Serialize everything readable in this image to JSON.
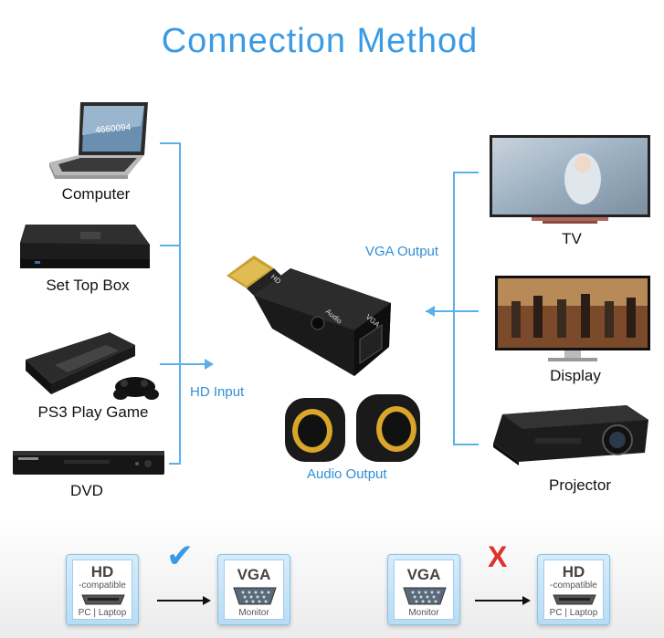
{
  "title": "Connection Method",
  "inputs": [
    {
      "label": "Computer",
      "icon": "laptop-icon",
      "screen_text": "4660094"
    },
    {
      "label": "Set Top Box",
      "icon": "set-top-box-icon"
    },
    {
      "label": "PS3 Play Game",
      "icon": "game-console-icon"
    },
    {
      "label": "DVD",
      "icon": "dvd-player-icon"
    }
  ],
  "outputs": [
    {
      "label": "TV",
      "icon": "tv-icon"
    },
    {
      "label": "Display",
      "icon": "monitor-icon"
    },
    {
      "label": "Projector",
      "icon": "projector-icon"
    }
  ],
  "hd_input_label_hd": "HD",
  "hd_input_label_input": "Input",
  "vga_output_label": "VGA Output",
  "audio_output_label": "Audio Output",
  "adapter_labels": {
    "audio": "Audio",
    "vga": "VGA",
    "hd": "HD"
  },
  "legend": {
    "left": {
      "from": {
        "title": "HD",
        "subtitle": "-compatible",
        "caption": "PC | Laptop"
      },
      "to": {
        "title": "VGA",
        "caption": "Monitor"
      },
      "mark": "✔"
    },
    "right": {
      "from": {
        "title": "VGA",
        "caption": "Monitor"
      },
      "to": {
        "title": "HD",
        "subtitle": "-compatible",
        "caption": "PC | Laptop"
      },
      "mark": "X"
    }
  },
  "colors": {
    "accent": "#3a9be4",
    "line": "#5bb0ea",
    "cross": "#e0322a",
    "check": "#3a9be4"
  }
}
